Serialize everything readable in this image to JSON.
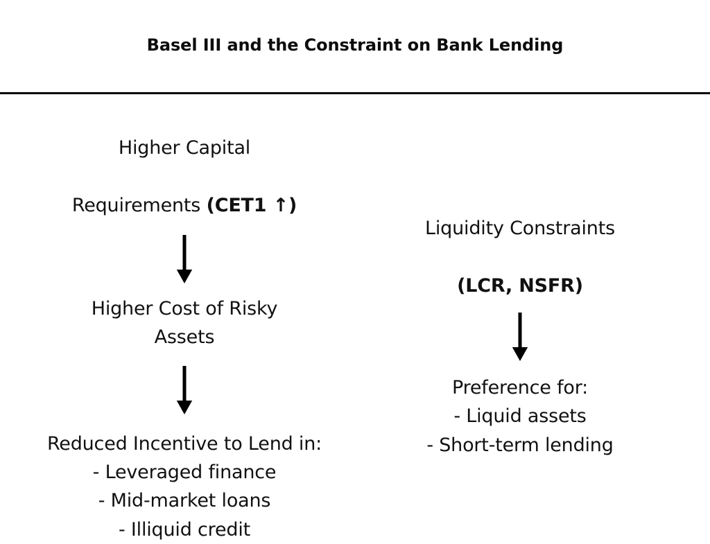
{
  "slide": {
    "title": "Basel III and the Constraint on Bank Lending",
    "background_color": "#ffffff",
    "text_color": "#111111",
    "rule_color": "#000000"
  },
  "left_column": {
    "node_1": {
      "text_plain": "Higher Capital",
      "text_regular_line2": "Requirements ",
      "text_bold_line2": "(CET1 ↑)"
    },
    "arrow_1": "down-arrow",
    "node_2": {
      "text": "Higher Cost of Risky\nAssets"
    },
    "arrow_2": "down-arrow",
    "node_3": {
      "text": "Reduced Incentive to Lend in:\n- Leveraged finance\n- Mid-market loans\n- Illiquid credit"
    }
  },
  "right_column": {
    "node_1": {
      "text_regular": "Liquidity Constraints",
      "text_bold": "(LCR, NSFR)"
    },
    "arrow_1": "down-arrow",
    "node_2": {
      "text": "Preference for:\n- Liquid assets\n- Short-term lending"
    }
  }
}
